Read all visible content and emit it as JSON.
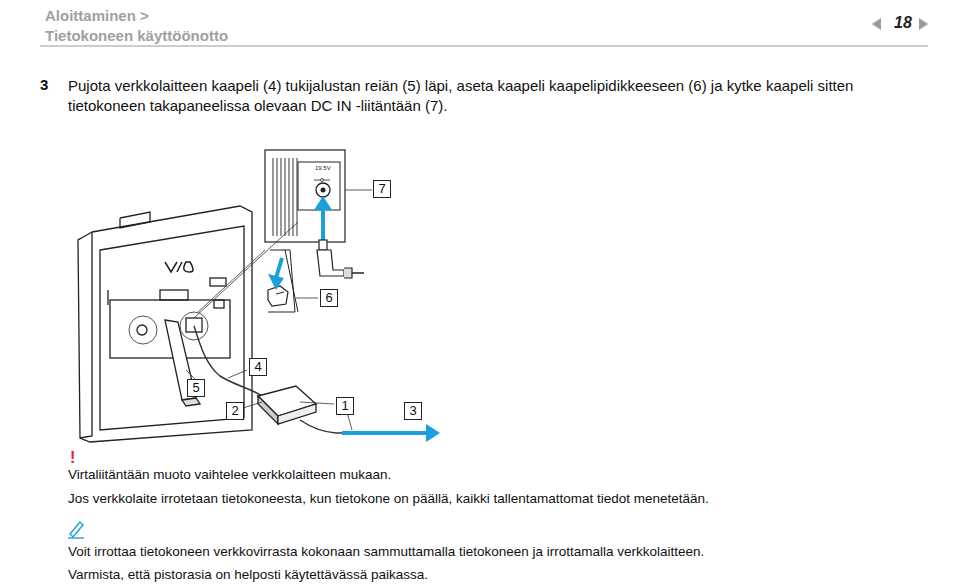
{
  "diagram": {
    "title": "Aloittaminen > Tietokoneen käyttöönotto",
    "nodes": [
      {
        "text": [
          "7"
        ]
      },
      {
        "text": [
          "6"
        ]
      },
      {
        "text": [
          "4"
        ]
      },
      {
        "text": [
          "5"
        ]
      },
      {
        "text": [
          "2"
        ]
      },
      {
        "text": [
          "1"
        ]
      },
      {
        "text": [
          "3"
        ]
      }
    ],
    "labels": [
      "18",
      "3",
      "Pujota verkkolaitteen kaapeli (4) tukijalustan reiän (5) läpi, aseta kaapeli kaapelipidikkeeseen (6) ja kytke kaapeli sitten tietokoneen takapaneelissa olevaan DC IN -liitäntään (7).",
      "19.5V",
      "!",
      "Virtaliitäntään muoto vaihtelee verkkolaitteen mukaan.",
      "Jos verkkolaite irrotetaan tietokoneesta, kun tietokone on päällä, kaikki tallentamattomat tiedot menetetään.",
      "Voit irrottaa tietokoneen verkkovirrasta kokonaan sammuttamalla tietokoneen ja irrottamalla verkkolaitteen.",
      "Varmista, että pistorasia on helposti käytettävässä paikassa."
    ]
  }
}
